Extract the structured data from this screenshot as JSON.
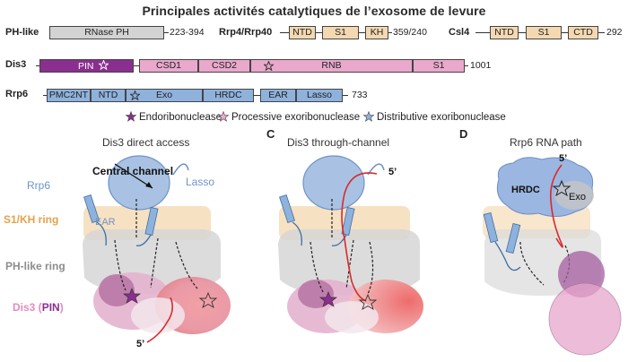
{
  "title": "Principales activités catalytiques de l’exosome de levure",
  "rows": {
    "ph_like": {
      "label": "PH-like",
      "domain": "RNase PH",
      "range": "223-394"
    },
    "rrp4": {
      "label": "Rrp4/Rrp40",
      "domains": [
        "NTD",
        "S1",
        "KH"
      ],
      "range": "359/240"
    },
    "csl4": {
      "label": "Csl4",
      "domains": [
        "NTD",
        "S1",
        "CTD"
      ],
      "length": "292"
    },
    "dis3": {
      "label": "Dis3",
      "domains": [
        "PIN",
        "CSD1",
        "CSD2",
        "RNB",
        "S1"
      ],
      "length": "1001"
    },
    "rrp6": {
      "label": "Rrp6",
      "domains": [
        "PMC2NT",
        "NTD",
        "Exo",
        "HRDC",
        "EAR",
        "Lasso"
      ],
      "length": "733"
    }
  },
  "legend": [
    {
      "label": "Endoribonuclease",
      "color": "#8a2f8f"
    },
    {
      "label": "Processive exoribonuclease",
      "color": "#f0a8cc"
    },
    {
      "label": "Distributive exoribonuclease",
      "color": "#8fb2dd"
    }
  ],
  "panels": {
    "b": {
      "title": "Dis3 direct access",
      "central_channel": "Central channel",
      "lasso": "Lasso",
      "ear": "EAR",
      "five_prime": "5’"
    },
    "c": {
      "letter": "C",
      "title": "Dis3 through-channel",
      "five_prime": "5’"
    },
    "d": {
      "letter": "D",
      "title": "Rrp6 RNA path",
      "five_prime": "5’",
      "hrdc": "HRDC",
      "exo": "Exo"
    }
  },
  "side_labels": [
    {
      "text": "Rrp6",
      "color": "#6d93c7"
    },
    {
      "text": "S1/KH ring",
      "color": "#e3a24a"
    },
    {
      "text": "PH-like ring",
      "color": "#8c8c8c"
    },
    {
      "text": "Dis3 (",
      "color": "#e38bbd"
    },
    {
      "text": "PIN",
      "color": "#8a2f8f"
    },
    {
      "text": ")",
      "color": "#e38bbd"
    }
  ],
  "colors": {
    "rrp6_blue": "#8fb2dd",
    "ring_tan": "#f5dcb8",
    "ph_grey": "#cfcfcf",
    "dis3_pink": "#e9a8cc",
    "pin_purple": "#8a2f8f",
    "rna_red": "#d92b2b"
  }
}
